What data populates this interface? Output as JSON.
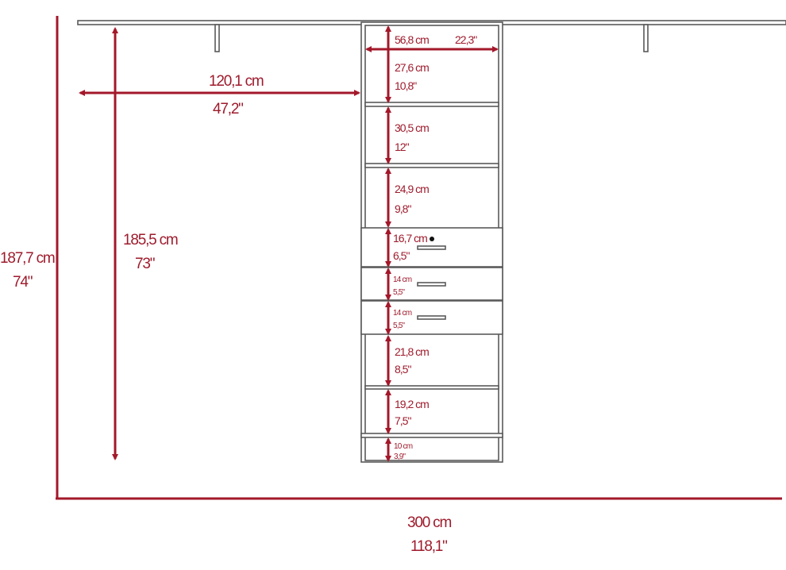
{
  "colors": {
    "dimension": "#a3182a",
    "outline": "#5a5a5a"
  },
  "overall": {
    "height_cm": "187,7 cm",
    "height_in": "74\"",
    "width_cm": "300 cm",
    "width_in": "118,1\""
  },
  "rod_height": {
    "cm": "185,5 cm",
    "in": "73\""
  },
  "side_width": {
    "cm": "120,1 cm",
    "in": "47,2\""
  },
  "tower_width": {
    "cm": "56,8 cm",
    "in": "22,3\""
  },
  "compartments": [
    {
      "cm": "27,6 cm",
      "in": "10,8\""
    },
    {
      "cm": "30,5 cm",
      "in": "12\""
    },
    {
      "cm": "24,9 cm",
      "in": "9,8\""
    },
    {
      "cm": "16,7 cm",
      "in": "6,5\""
    },
    {
      "cm": "14 cm",
      "in": "5,5\""
    },
    {
      "cm": "14 cm",
      "in": "5,5\""
    },
    {
      "cm": "21,8 cm",
      "in": "8,5\""
    },
    {
      "cm": "19,2 cm",
      "in": "7,5\""
    },
    {
      "cm": "10 cm",
      "in": "3,9\""
    }
  ]
}
